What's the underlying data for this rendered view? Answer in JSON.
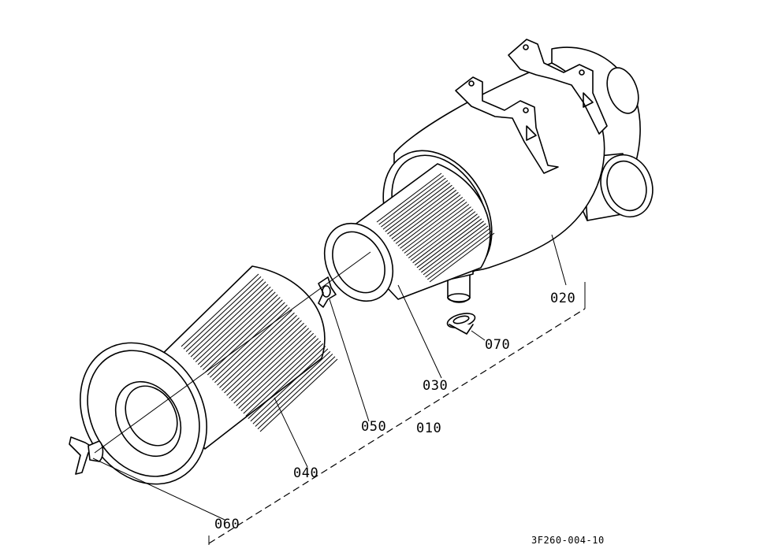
{
  "callouts": {
    "c010": "010",
    "c020": "020",
    "c030": "030",
    "c040": "040",
    "c050": "050",
    "c060": "060",
    "c070": "070"
  },
  "drawing_code": "3F260-004-10"
}
